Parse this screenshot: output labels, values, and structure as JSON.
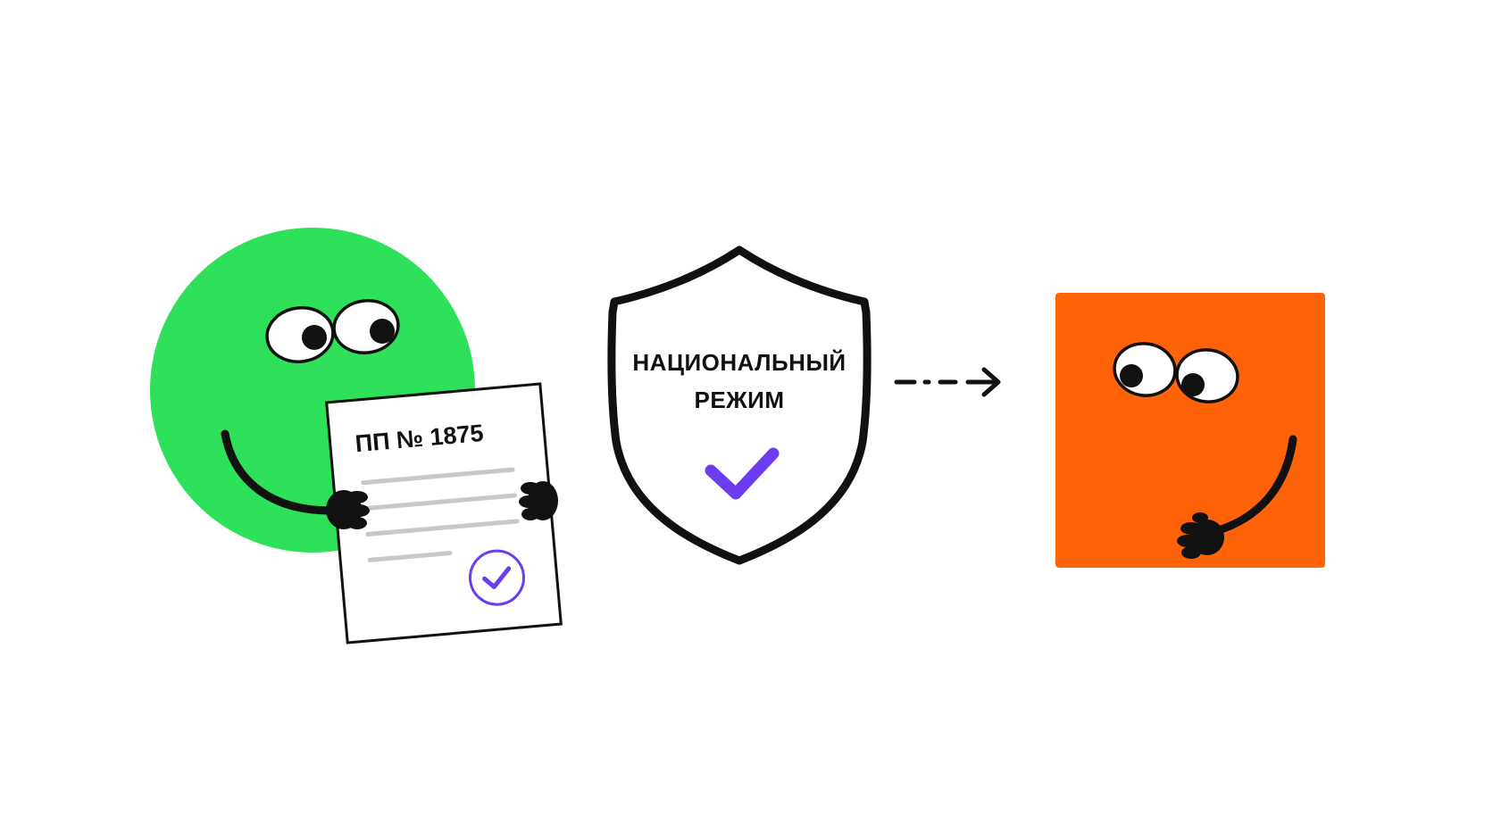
{
  "document": {
    "title": "ПП № 1875"
  },
  "shield": {
    "line1": "НАЦИОНАЛЬНЫЙ",
    "line2": "РЕЖИМ"
  },
  "colors": {
    "background": "#ffffff",
    "green_character": "#2fe05a",
    "orange_character": "#ff6309",
    "outline": "#111111",
    "check_purple": "#6c3cf0",
    "doc_lines": "#c8c8c8"
  },
  "icons": {
    "green_character": "green-circle-character",
    "document": "document-icon",
    "shield": "shield-icon",
    "arrow": "dashed-arrow-icon",
    "orange_character": "orange-square-character"
  }
}
